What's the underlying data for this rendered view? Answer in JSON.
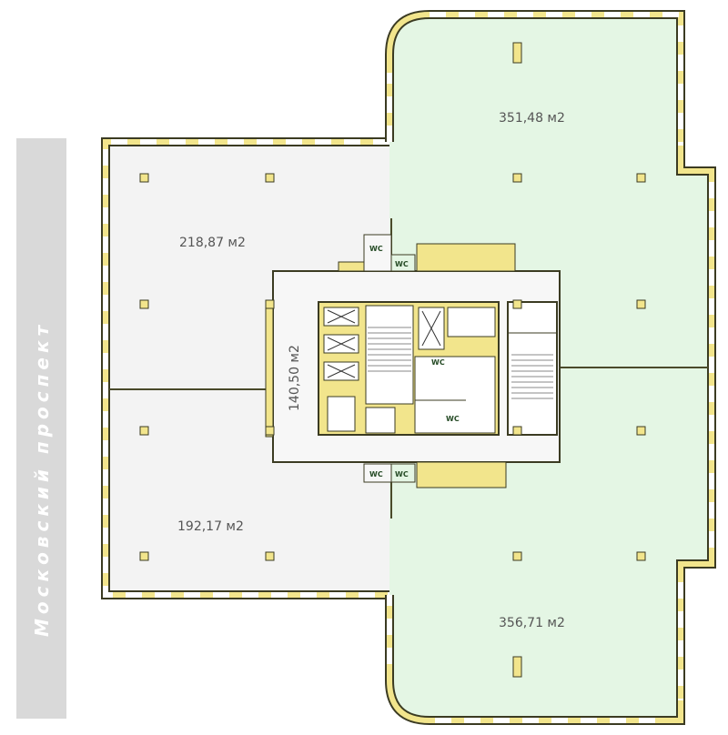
{
  "street_label": "Московский проспект",
  "areas": {
    "top_right": "351,48  м2",
    "bottom_right": "356,71  м2",
    "top_left": "218,87  м2",
    "bottom_left": "192,17  м2",
    "core": "140,50  м2"
  },
  "wc_label": "WC",
  "colors": {
    "leased_green": "#e4f6e4",
    "gray_area": "#f3f3f3",
    "wall_yellow": "#f2e58c",
    "wall_dark": "#3b3b22",
    "street_band": "#d9d9d9"
  }
}
